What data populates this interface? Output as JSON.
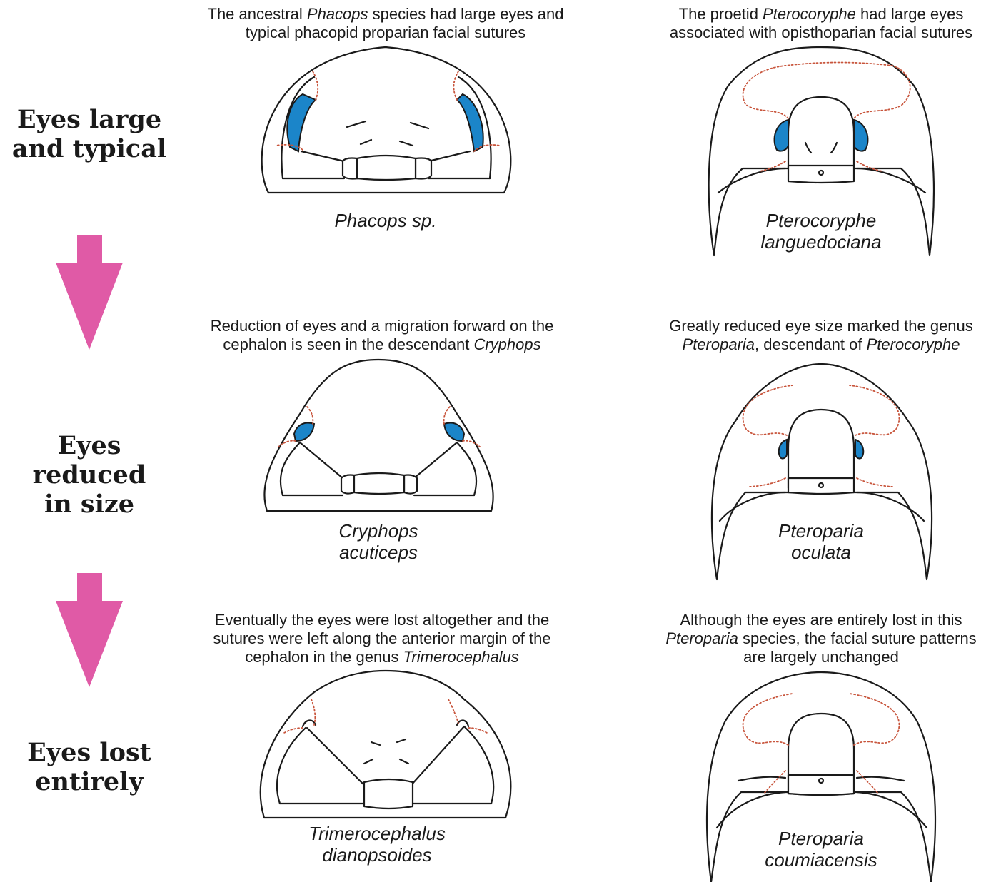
{
  "colors": {
    "arrow": "#e05aa6",
    "eye": "#1b85c9",
    "suture": "#c8553c"
  },
  "row_labels": [
    {
      "line1": "Eyes large",
      "line2": "and typical"
    },
    {
      "line1": "Eyes reduced",
      "line2": "in size"
    },
    {
      "line1": "Eyes lost",
      "line2": "entirely"
    }
  ],
  "arrows": [
    {
      "icon": "down-arrow-icon"
    },
    {
      "icon": "down-arrow-icon"
    }
  ],
  "phacopid": [
    {
      "caption": {
        "l1_a": "The ancestral ",
        "l1_b": "Phacops",
        "l1_c": " species had large eyes and",
        "l2": "typical phacopid proparian facial sutures"
      },
      "species": {
        "line1": "Phacops sp.",
        "line2": ""
      }
    },
    {
      "caption": {
        "l1": "Reduction of eyes and a migration forward on the",
        "l2_a": "cephalon is seen in the descendant ",
        "l2_b": "Cryphops"
      },
      "species": {
        "line1": "Cryphops",
        "line2": "acuticeps"
      }
    },
    {
      "caption": {
        "l1": "Eventually the eyes were lost altogether and the",
        "l2": "sutures were left along the anterior margin of the",
        "l3_a": "cephalon in the genus ",
        "l3_b": "Trimerocephalus"
      },
      "species": {
        "line1": "Trimerocephalus",
        "line2": "dianopsoides"
      }
    }
  ],
  "proetid": [
    {
      "caption": {
        "l1_a": "The proetid ",
        "l1_b": "Pterocoryphe",
        "l1_c": " had large eyes",
        "l2": "associated with opisthoparian facial sutures"
      },
      "species": {
        "line1": "Pterocoryphe",
        "line2": "languedociana"
      }
    },
    {
      "caption": {
        "l1": "Greatly reduced eye size marked the genus",
        "l2_a": "Pteroparia",
        "l2_b": ", descendant of ",
        "l2_c": "Pterocoryphe"
      },
      "species": {
        "line1": "Pteroparia",
        "line2": "oculata"
      }
    },
    {
      "caption": {
        "l1": "Although the eyes are entirely lost in this",
        "l2_a": "Pteroparia",
        "l2_b": " species, the facial suture patterns",
        "l3": "are largely unchanged"
      },
      "species": {
        "line1": "Pteroparia",
        "line2": "coumiacensis"
      }
    }
  ]
}
